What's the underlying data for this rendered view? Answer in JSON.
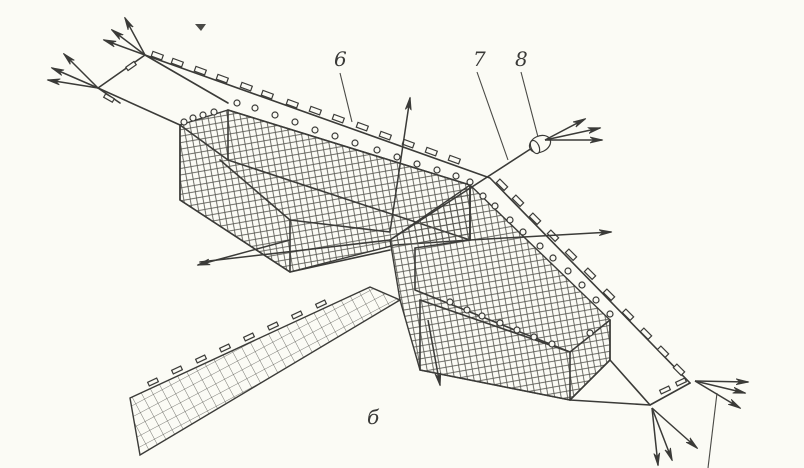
{
  "figure": {
    "subfigure_label": "б",
    "description": "Isometric technical drawing of a stationary fish trap net with two netting chambers, a leader wing, floats on head ropes, anchor lines with anchors, and a buoy",
    "callouts": [
      {
        "id": "6",
        "text": "6",
        "target": "float-line"
      },
      {
        "id": "7",
        "text": "7",
        "target": "anchor-rope"
      },
      {
        "id": "8",
        "text": "8",
        "target": "buoy"
      }
    ],
    "colors": {
      "background": "#fbfbf5",
      "ink": "#3b3b38"
    }
  }
}
